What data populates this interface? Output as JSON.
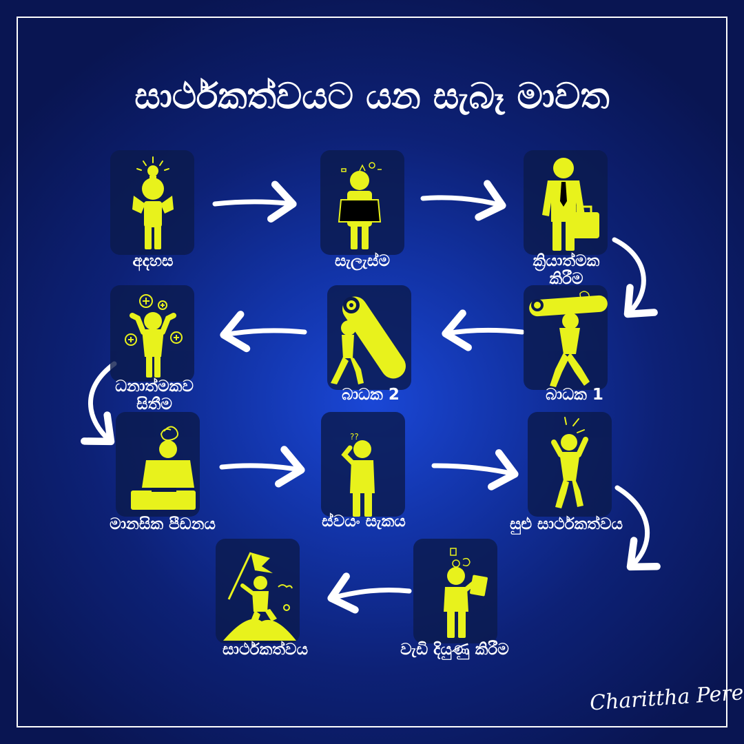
{
  "title": "සාර්ථකත්වයට යන සැබෑ මාවත",
  "signature": "Charittha Perera",
  "colors": {
    "background": "#0d2176",
    "pictogram": "#e8f21c",
    "tile": "#0b1a4c",
    "arrow": "#ffffff",
    "text": "#ffffff"
  },
  "steps": [
    {
      "id": "idea",
      "icon": "lightbulb-head-person-icon",
      "label_lines": [
        "අදහස"
      ]
    },
    {
      "id": "plan",
      "icon": "person-holding-map-icon",
      "label_lines": [
        "සැලැස්ම"
      ]
    },
    {
      "id": "action",
      "icon": "businessman-with-briefcase-icon",
      "label_lines": [
        "ක්‍රියාත්මක",
        "කිරීම"
      ]
    },
    {
      "id": "obstacle-1",
      "icon": "person-carrying-log-icon",
      "label_lines": [
        "බාධක 1"
      ]
    },
    {
      "id": "obstacle-2",
      "icon": "person-pushing-log-icon",
      "label_lines": [
        "බාධක 2"
      ]
    },
    {
      "id": "positive-thinking",
      "icon": "person-with-plus-signs-icon",
      "label_lines": [
        "ධනාත්මකව",
        "සිතීම"
      ]
    },
    {
      "id": "mental-stress",
      "icon": "stressed-sitting-person-icon",
      "label_lines": [
        "මානසික පීඩනය"
      ]
    },
    {
      "id": "self-doubt",
      "icon": "confused-person-icon",
      "label_lines": [
        "ස්වයං සැකය"
      ]
    },
    {
      "id": "small-success",
      "icon": "celebrating-person-icon",
      "label_lines": [
        "සුළු සාර්ථකත්වය"
      ]
    },
    {
      "id": "develop-more",
      "icon": "person-with-book-icon",
      "label_lines": [
        "වැඩි දියුණු කිරීම"
      ]
    },
    {
      "id": "success",
      "icon": "flag-on-mountain-icon",
      "label_lines": [
        "සාර්ථකත්වය"
      ]
    }
  ]
}
